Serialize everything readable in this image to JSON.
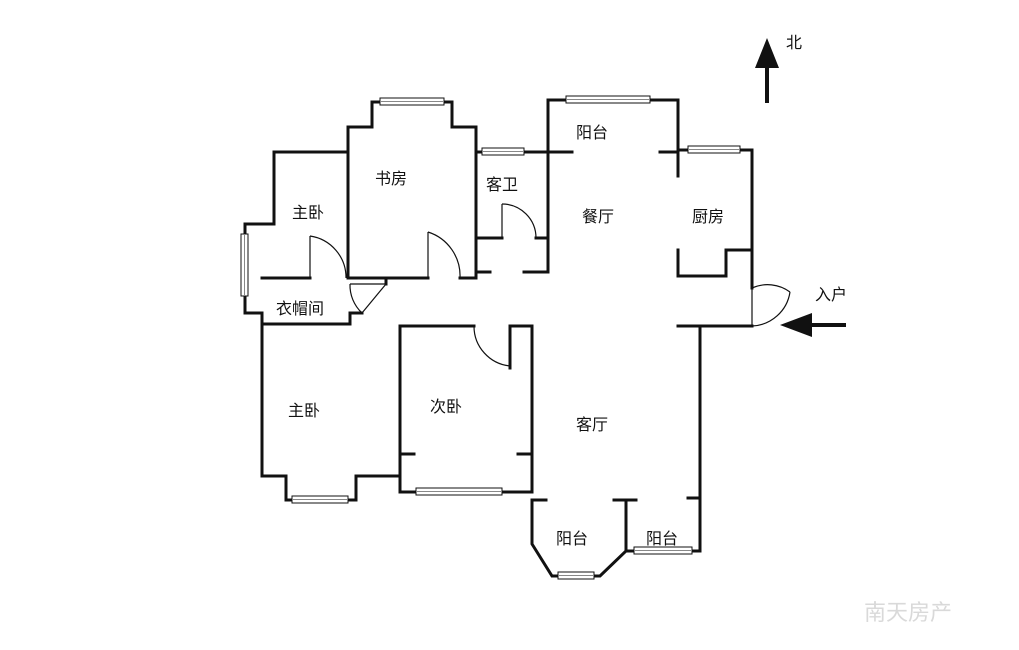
{
  "compass": {
    "north_label": "北"
  },
  "entrance": {
    "label": "入户"
  },
  "rooms": {
    "master_bedroom_1": "主卧",
    "study": "书房",
    "guest_bath": "客卫",
    "balcony_north": "阳台",
    "dining_room": "餐厅",
    "kitchen": "厨房",
    "cloakroom": "衣帽间",
    "master_bedroom_2": "主卧",
    "second_bedroom": "次卧",
    "living_room": "客厅",
    "balcony_south_1": "阳台",
    "balcony_south_2": "阳台"
  },
  "watermark": "南天房产",
  "colors": {
    "wall": "#111111",
    "background": "#ffffff",
    "watermark": "#d9d9d9"
  }
}
